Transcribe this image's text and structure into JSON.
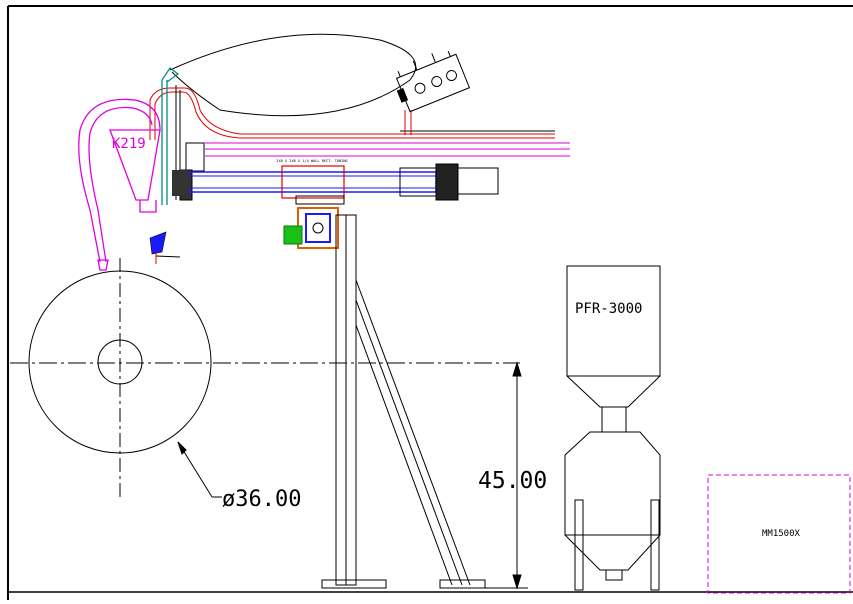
{
  "drawing": {
    "hopper_label": "K219",
    "tank_label": "PFR-3000",
    "box_label": "MM1500X",
    "diameter_dim": "ø36.00",
    "height_dim": "45.00",
    "beam_note": "2X6 X 2X6 X 1/4 WALL RECT. TUBING"
  },
  "colors": {
    "line": "#000000",
    "magenta": "#e000e0",
    "red": "#e00000",
    "blue": "#1a1aff",
    "green": "#18c018",
    "orange": "#e06000",
    "teal": "#008c8c"
  }
}
